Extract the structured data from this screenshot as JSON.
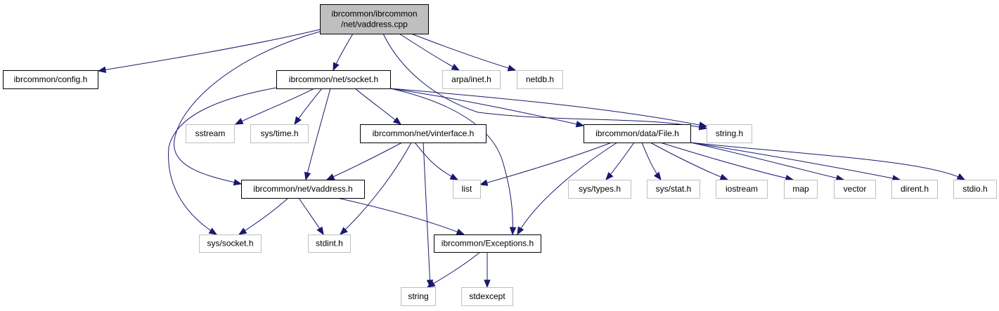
{
  "title": "Include dependency graph for vaddress.cpp",
  "colors": {
    "edge": "#191970",
    "root_fill": "#bfbfbf",
    "root_border": "#000000",
    "documented_border": "#000000",
    "external_border": "#bfbfbf",
    "node_fill": "#ffffff"
  },
  "nodes": [
    {
      "id": "root",
      "label": [
        "ibrcommon/ibrcommon",
        "/net/vaddress.cpp"
      ],
      "kind": "root"
    },
    {
      "id": "config",
      "label": [
        "ibrcommon/config.h"
      ],
      "kind": "documented"
    },
    {
      "id": "socket",
      "label": [
        "ibrcommon/net/socket.h"
      ],
      "kind": "documented"
    },
    {
      "id": "arpa_inet",
      "label": [
        "arpa/inet.h"
      ],
      "kind": "external"
    },
    {
      "id": "netdb",
      "label": [
        "netdb.h"
      ],
      "kind": "external"
    },
    {
      "id": "sstream",
      "label": [
        "sstream"
      ],
      "kind": "external"
    },
    {
      "id": "sys_time",
      "label": [
        "sys/time.h"
      ],
      "kind": "external"
    },
    {
      "id": "vinterface",
      "label": [
        "ibrcommon/net/vinterface.h"
      ],
      "kind": "documented"
    },
    {
      "id": "file",
      "label": [
        "ibrcommon/data/File.h"
      ],
      "kind": "documented"
    },
    {
      "id": "string_h",
      "label": [
        "string.h"
      ],
      "kind": "external"
    },
    {
      "id": "vaddress_h",
      "label": [
        "ibrcommon/net/vaddress.h"
      ],
      "kind": "documented"
    },
    {
      "id": "list",
      "label": [
        "list"
      ],
      "kind": "external"
    },
    {
      "id": "sys_types",
      "label": [
        "sys/types.h"
      ],
      "kind": "external"
    },
    {
      "id": "sys_stat",
      "label": [
        "sys/stat.h"
      ],
      "kind": "external"
    },
    {
      "id": "iostream",
      "label": [
        "iostream"
      ],
      "kind": "external"
    },
    {
      "id": "map",
      "label": [
        "map"
      ],
      "kind": "external"
    },
    {
      "id": "vector",
      "label": [
        "vector"
      ],
      "kind": "external"
    },
    {
      "id": "dirent",
      "label": [
        "dirent.h"
      ],
      "kind": "external"
    },
    {
      "id": "stdio",
      "label": [
        "stdio.h"
      ],
      "kind": "external"
    },
    {
      "id": "sys_socket",
      "label": [
        "sys/socket.h"
      ],
      "kind": "external"
    },
    {
      "id": "stdint",
      "label": [
        "stdint.h"
      ],
      "kind": "external"
    },
    {
      "id": "exceptions",
      "label": [
        "ibrcommon/Exceptions.h"
      ],
      "kind": "documented"
    },
    {
      "id": "string",
      "label": [
        "string"
      ],
      "kind": "external"
    },
    {
      "id": "stdexcept",
      "label": [
        "stdexcept"
      ],
      "kind": "external"
    }
  ],
  "edges": [
    {
      "from": "root",
      "to": "config"
    },
    {
      "from": "root",
      "to": "socket"
    },
    {
      "from": "root",
      "to": "arpa_inet"
    },
    {
      "from": "root",
      "to": "netdb"
    },
    {
      "from": "root",
      "to": "vaddress_h"
    },
    {
      "from": "root",
      "to": "string_h"
    },
    {
      "from": "socket",
      "to": "sstream"
    },
    {
      "from": "socket",
      "to": "sys_time"
    },
    {
      "from": "socket",
      "to": "vinterface"
    },
    {
      "from": "socket",
      "to": "file"
    },
    {
      "from": "socket",
      "to": "string_h"
    },
    {
      "from": "socket",
      "to": "vaddress_h"
    },
    {
      "from": "socket",
      "to": "sys_socket"
    },
    {
      "from": "socket",
      "to": "exceptions"
    },
    {
      "from": "vinterface",
      "to": "vaddress_h"
    },
    {
      "from": "vinterface",
      "to": "list"
    },
    {
      "from": "vinterface",
      "to": "stdint"
    },
    {
      "from": "vinterface",
      "to": "string"
    },
    {
      "from": "file",
      "to": "list"
    },
    {
      "from": "file",
      "to": "exceptions"
    },
    {
      "from": "file",
      "to": "sys_types"
    },
    {
      "from": "file",
      "to": "sys_stat"
    },
    {
      "from": "file",
      "to": "iostream"
    },
    {
      "from": "file",
      "to": "map"
    },
    {
      "from": "file",
      "to": "vector"
    },
    {
      "from": "file",
      "to": "dirent"
    },
    {
      "from": "file",
      "to": "stdio"
    },
    {
      "from": "vaddress_h",
      "to": "sys_socket"
    },
    {
      "from": "vaddress_h",
      "to": "stdint"
    },
    {
      "from": "vaddress_h",
      "to": "exceptions"
    },
    {
      "from": "exceptions",
      "to": "string"
    },
    {
      "from": "exceptions",
      "to": "stdexcept"
    }
  ]
}
